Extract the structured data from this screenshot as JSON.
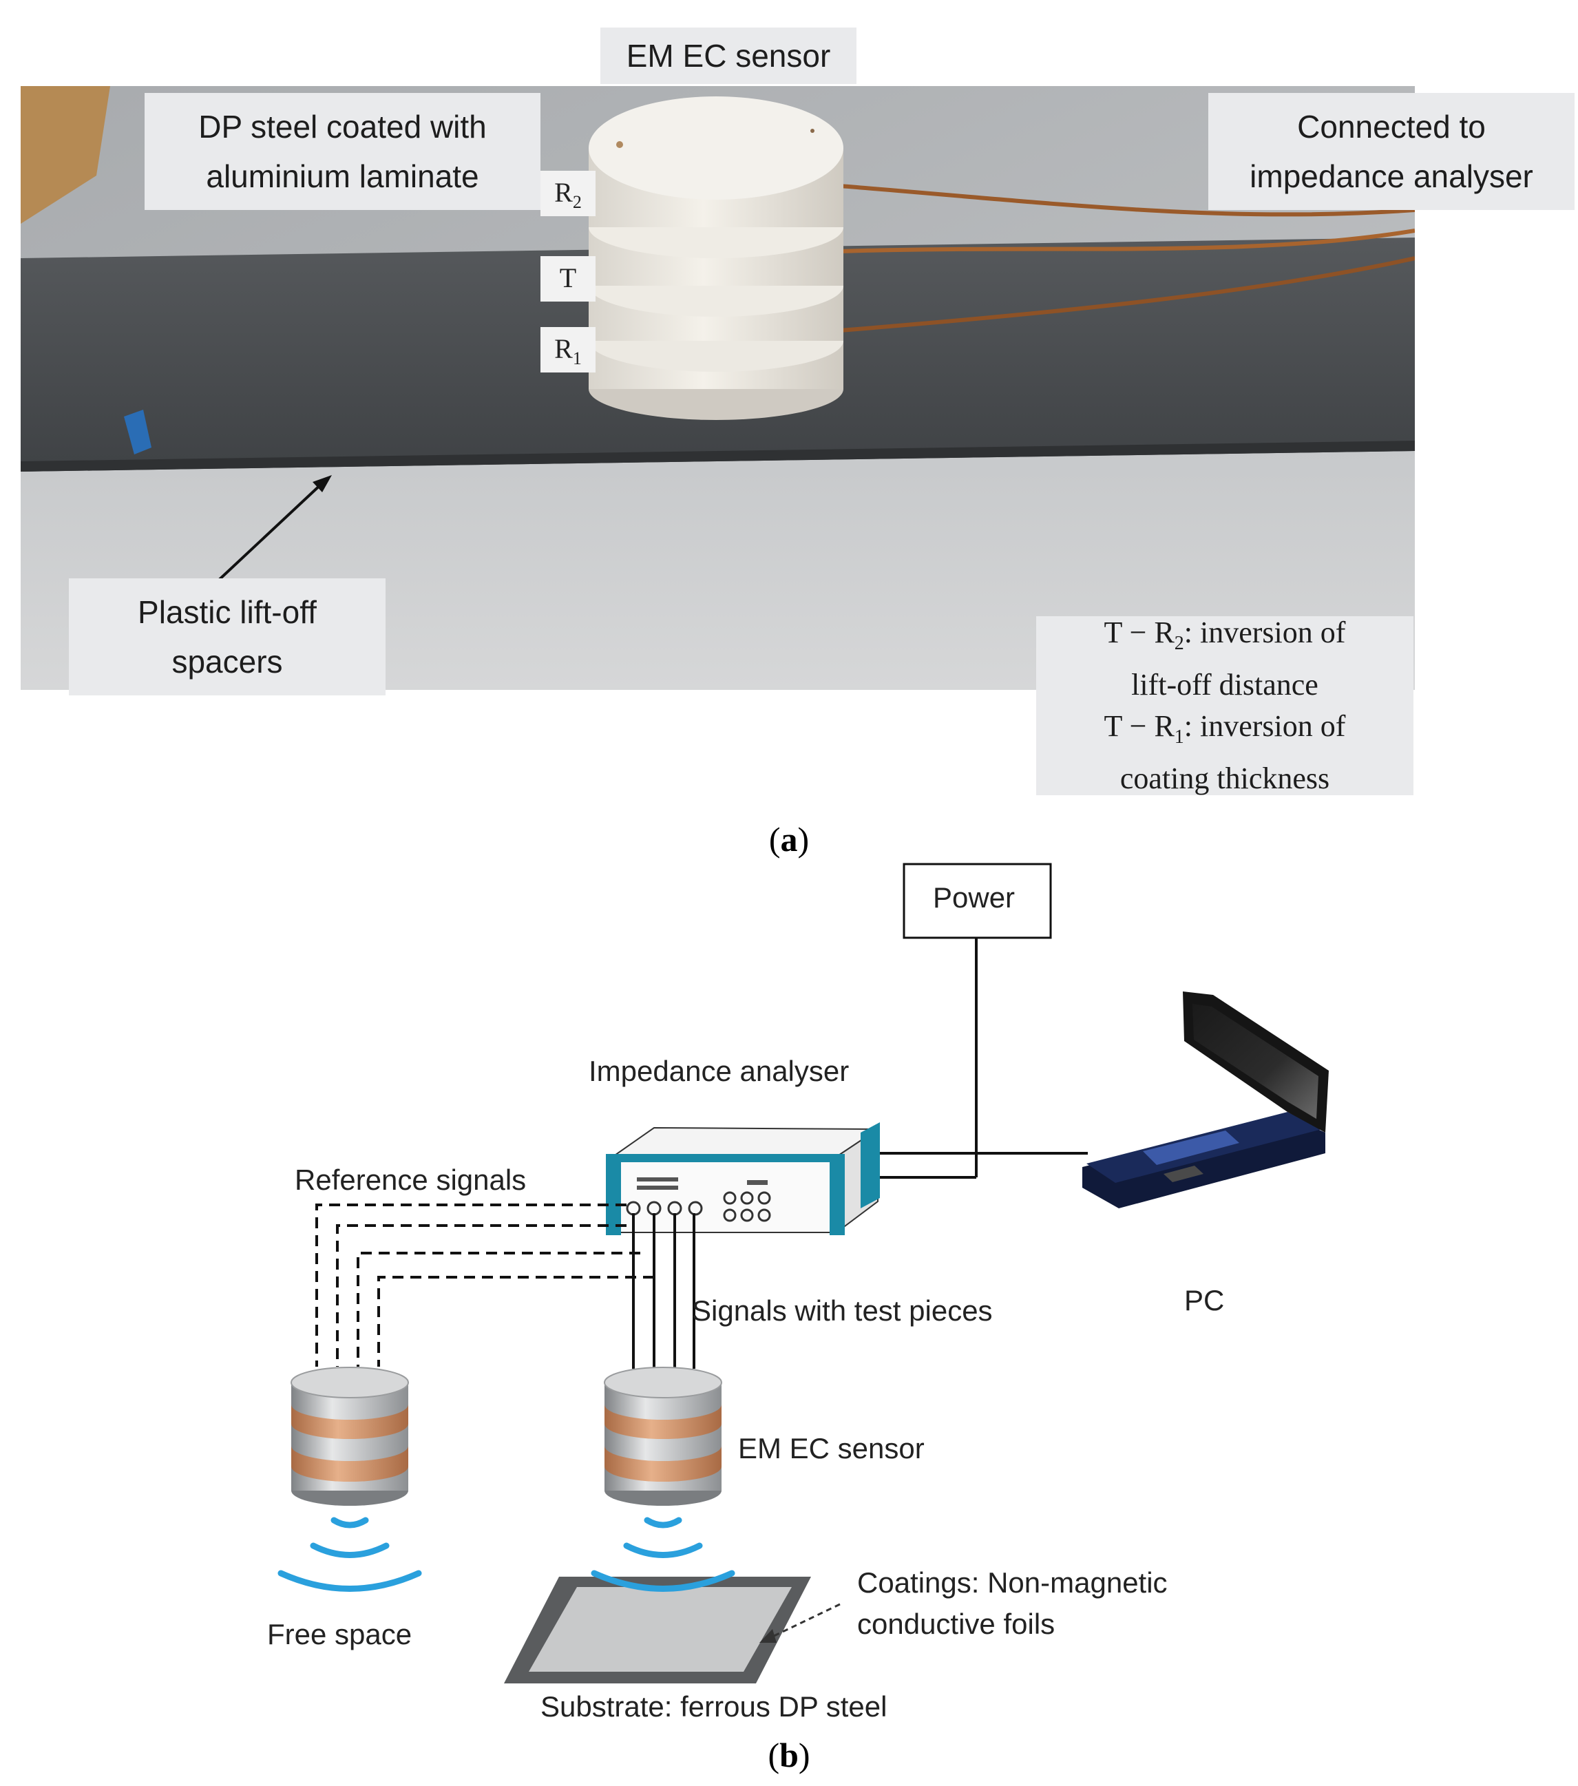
{
  "photo": {
    "label_sensor_top": "EM EC sensor",
    "label_dp_steel": [
      "DP steel coated with",
      "aluminium laminate"
    ],
    "label_connected": [
      "Connected to",
      "impedance analyser"
    ],
    "coil_r2": "R",
    "coil_r2_sub": "2",
    "coil_t": "T",
    "coil_r1": "R",
    "coil_r1_sub": "1",
    "label_spacers": [
      "Plastic lift-off",
      "spacers"
    ],
    "inversion_line1": "T − R",
    "inversion_line1_sub": "2",
    "inversion_line1_rest": ": inversion of",
    "inversion_line2": "lift-off distance",
    "inversion_line3": "T − R",
    "inversion_line3_sub": "1",
    "inversion_line3_rest": ": inversion of",
    "inversion_line4": "coating thickness"
  },
  "caption_a": {
    "open": "(",
    "letter": "a",
    "close": ")"
  },
  "diagram": {
    "power_label": "Power",
    "impedance_label": "Impedance analyser",
    "reference_label": "Reference  signals",
    "signals_label": "Signals with test pieces",
    "pc_label": "PC",
    "sensor_label": "EM EC sensor",
    "free_space_label": "Free space",
    "coatings_label": [
      "Coatings: Non-magnetic",
      "conductive foils"
    ],
    "substrate_label": "Substrate: ferrous DP steel",
    "analyser_panel_text_left": "",
    "analyser_panel_text_right": ""
  },
  "caption_b": {
    "open": "(",
    "letter": "b",
    "close": ")"
  },
  "colors": {
    "analyser_teal": "#1a8aa6",
    "wave_blue": "#2aa0dd",
    "coil_copper": "#c98a5e",
    "plate_dark": "#4a4d50",
    "floor_grey": "#b9bcbf"
  }
}
